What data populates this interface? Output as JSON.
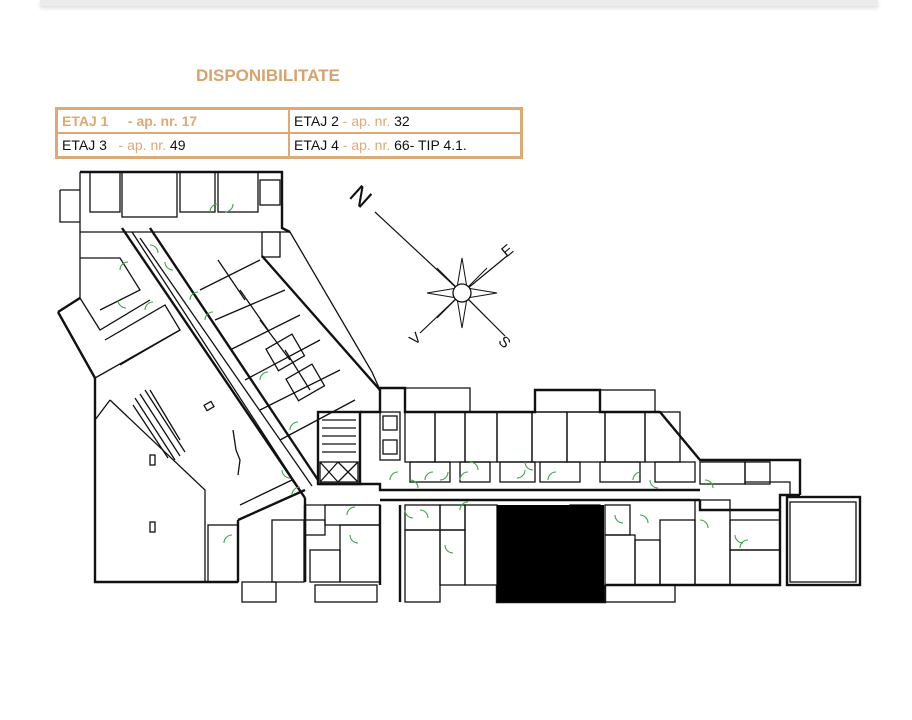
{
  "title": "DISPONIBILITATE",
  "availability": {
    "r1c1": {
      "floor": "ETAJ 1",
      "ap": "- ap. nr. 17"
    },
    "r1c2": {
      "floor": "ETAJ 2",
      "ap": "- ap. nr.",
      "num": "32"
    },
    "r2c1": {
      "floor": "ETAJ  3",
      "ap": "- ap. nr.",
      "num": "49"
    },
    "r2c2": {
      "floor": "ETAJ 4",
      "ap": "- ap. nr.",
      "num": "66- TIP 4.1."
    }
  },
  "compass": {
    "n": "N",
    "e": "E",
    "s": "S",
    "v": "V"
  },
  "colors": {
    "accent": "#e0a872",
    "highlight_unit": "#000000",
    "door": "#3aa648"
  }
}
